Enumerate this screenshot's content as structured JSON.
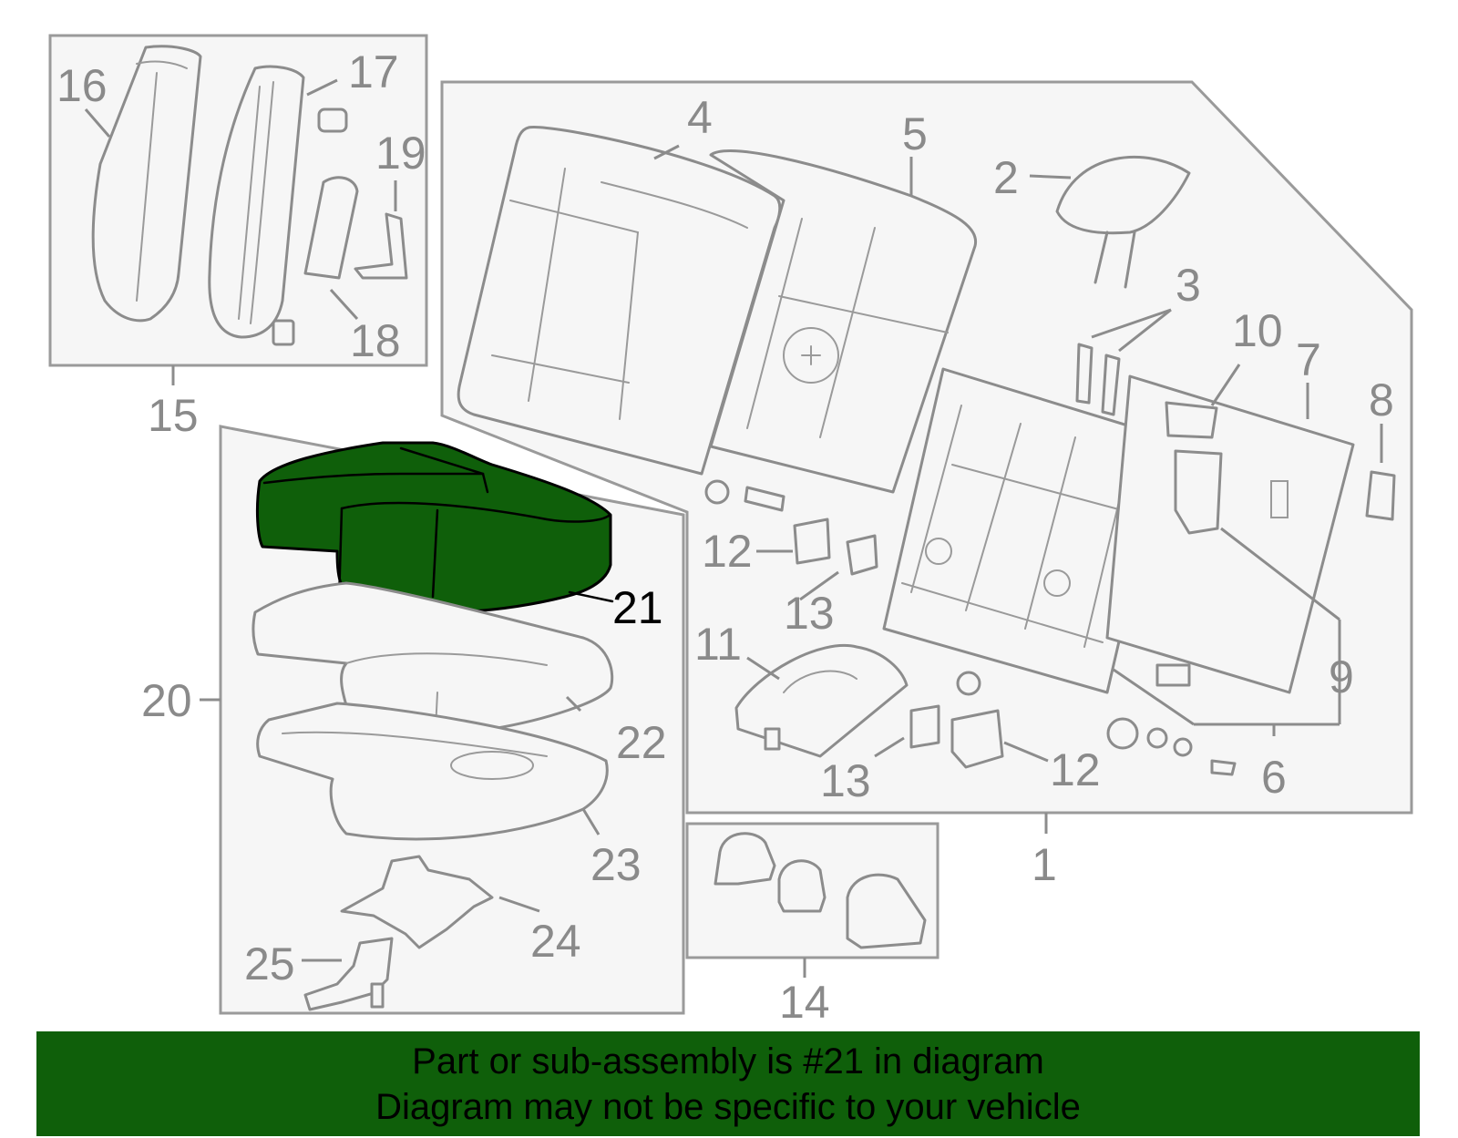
{
  "diagram": {
    "highlighted_part": "21",
    "callouts": {
      "c1": "1",
      "c2": "2",
      "c3": "3",
      "c4": "4",
      "c5": "5",
      "c6": "6",
      "c7": "7",
      "c8": "8",
      "c9": "9",
      "c10": "10",
      "c11": "11",
      "c12a": "12",
      "c12b": "12",
      "c13a": "13",
      "c13b": "13",
      "c14": "14",
      "c15": "15",
      "c16": "16",
      "c17": "17",
      "c18": "18",
      "c19": "19",
      "c20": "20",
      "c21": "21",
      "c22": "22",
      "c23": "23",
      "c24": "24",
      "c25": "25"
    },
    "colors": {
      "highlight": "#0f5f0a",
      "line_art": "#8c8c8c",
      "panel_fill": "#f6f6f6"
    }
  },
  "banner": {
    "line1": "Part or sub-assembly is #21 in diagram",
    "line2": "Diagram may not be specific to your vehicle"
  }
}
